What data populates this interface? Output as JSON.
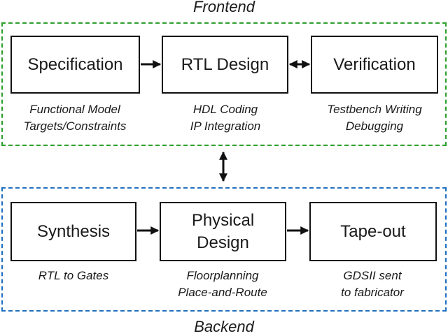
{
  "frontend": {
    "title": "Frontend",
    "stages": [
      {
        "label": "Specification",
        "caption": "Functional Model\nTargets/Constraints"
      },
      {
        "label": "RTL Design",
        "caption": "HDL Coding\nIP Integration"
      },
      {
        "label": "Verification",
        "caption": "Testbench Writing\nDebugging"
      }
    ]
  },
  "backend": {
    "title": "Backend",
    "stages": [
      {
        "label": "Synthesis",
        "caption": "RTL to Gates"
      },
      {
        "label": "Physical\nDesign",
        "caption": "Floorplanning\nPlace-and-Route"
      },
      {
        "label": "Tape-out",
        "caption": "GDSII sent\nto fabricator"
      }
    ]
  },
  "colors": {
    "frontend_border": "#2ca02c",
    "backend_border": "#1f6fbf",
    "box_border": "#111111",
    "arrow": "#111111"
  }
}
